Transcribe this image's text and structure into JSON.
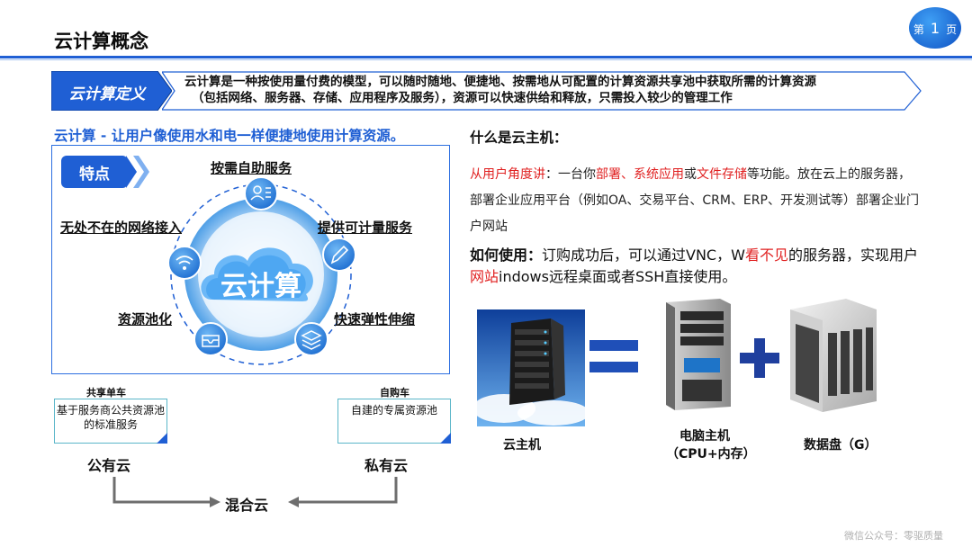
{
  "header": {
    "title": "云计算概念"
  },
  "page_badge": {
    "prefix": "第",
    "number": "1",
    "suffix": "页"
  },
  "definition": {
    "tag": "云计算定义",
    "line1": "云计算是一种按使用量付费的模型，可以随时随地、便捷地、按需地从可配置的计算资源共享池中获取所需的计算资源",
    "line2": "（包括网络、服务器、存储、应用程序及服务），资源可以快速供给和释放，只需投入较少的管理工作"
  },
  "left": {
    "subtitle": "云计算 - 让用户像使用水和电一样便捷地使用计算资源。",
    "tag": "特点",
    "center": "云计算",
    "features": {
      "top": "按需自助服务",
      "right_top": "提供可计量服务",
      "right_bottom": "快速弹性伸缩",
      "left_bottom": "资源池化",
      "left_top": "无处不在的网络接入"
    },
    "icons": [
      "user-list-icon",
      "pen-icon",
      "layers-icon",
      "inbox-icon",
      "wifi-icon"
    ],
    "shared": {
      "label": "共享单车",
      "text": "基于服务商公共资源池的标准服务",
      "cloud": "公有云"
    },
    "own": {
      "label": "自购车",
      "text": "自建的专属资源池",
      "cloud": "私有云"
    },
    "hybrid": "混合云"
  },
  "right": {
    "title": "什么是云主机：",
    "p1_red1": "从用户角度讲",
    "p1_a": "：一台你",
    "p1_red2": "部署、系统应用",
    "p1_b": "或",
    "p1_red3": "文件存储",
    "p1_c": "等功能。放在云上的服务器，  部署企业应用平台（例如OA、交易平台、CRM、ERP、开发测试等）部署企业门户网站",
    "p2_bold": "如何使用：",
    "p2_a": "订购成功后，可以通过VNC，W",
    "p2_red1": "看不见",
    "p2_b": "的服务器，实现用户",
    "p2_red2": "网站",
    "p2_c": "indows远程桌面或者SSH直接使用。",
    "labels": {
      "cloud_host": "云主机",
      "pc_host": "电脑主机",
      "pc_host_sub": "（CPU+内存）",
      "disk": "数据盘（G）"
    }
  },
  "watermark": "微信公众号：零驱质量",
  "colors": {
    "primary": "#1f5fd4",
    "red": "#e02020",
    "teal": "#5bb6c9"
  }
}
